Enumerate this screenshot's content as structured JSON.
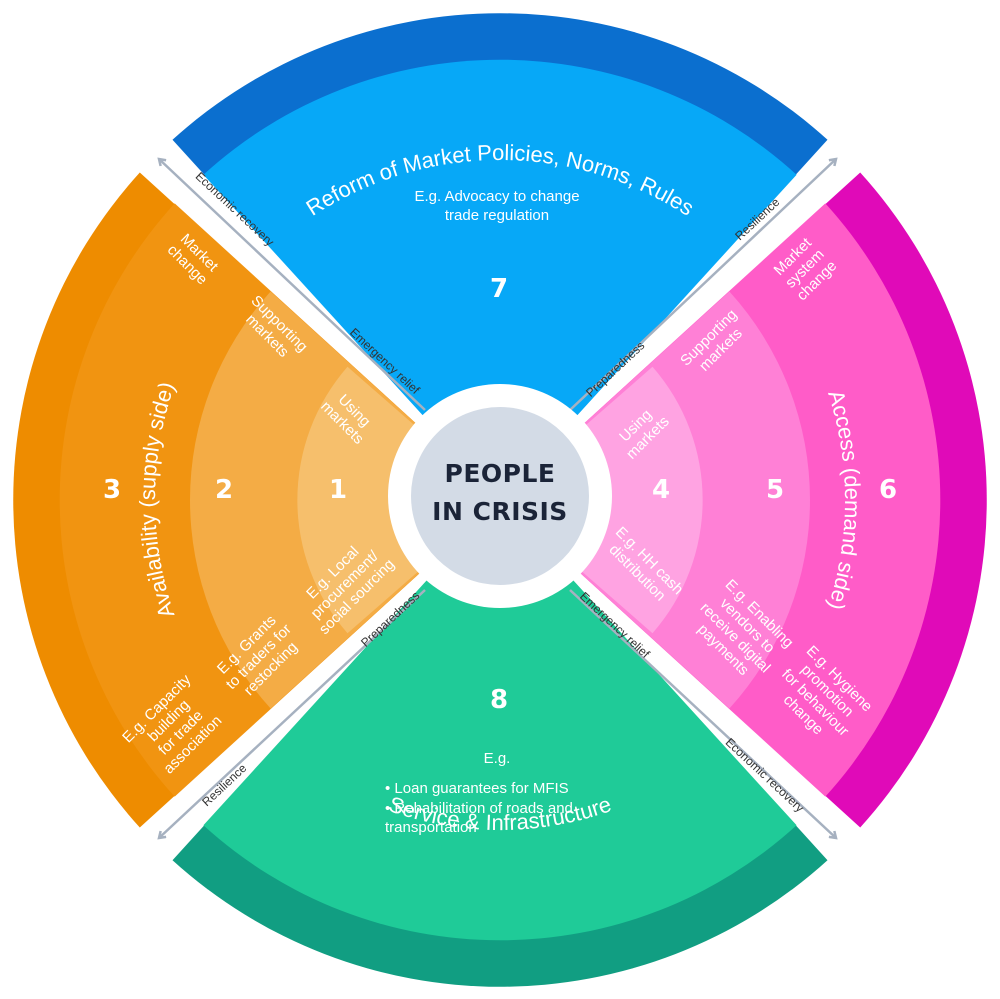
{
  "center": {
    "line1": "PEOPLE",
    "line2": "IN CRISIS"
  },
  "outer_labels": {
    "top": "Reform of Market Policies, Norms, Rules",
    "left": "Availability (supply side)",
    "right": "Access (demand side)",
    "bottom": "Service & Infrastructure"
  },
  "top_section": {
    "number": "7",
    "example_lines": [
      "E.g. Advocacy to change",
      "trade regulation"
    ]
  },
  "bottom_section": {
    "number": "8",
    "example_intro": "E.g.",
    "bullets": [
      [
        "• Loan guarantees for MFIS"
      ],
      [
        "• Rehabilitation of roads and",
        "transportation"
      ]
    ]
  },
  "left_section": {
    "rings": [
      {
        "number": "1",
        "title": [
          "Using",
          "markets"
        ],
        "example": [
          "E.g. Local",
          "procurement/",
          "social sourcing"
        ]
      },
      {
        "number": "2",
        "title": [
          "Supporting",
          "markets"
        ],
        "example": [
          "E.g. Grants",
          "to traders for",
          "restocking"
        ]
      },
      {
        "number": "3",
        "title": [
          "Market",
          "change"
        ],
        "example": [
          "E.g. Capacity",
          "building",
          "for trade",
          "association"
        ]
      }
    ]
  },
  "right_section": {
    "rings": [
      {
        "number": "4",
        "title": [
          "Using",
          "markets"
        ],
        "example": [
          "E.g. HH cash",
          "distribution"
        ]
      },
      {
        "number": "5",
        "title": [
          "Supporting",
          "markets"
        ],
        "example": [
          "E.g. Enabling",
          "vendors to",
          "receive digital",
          "payments"
        ]
      },
      {
        "number": "6",
        "title": [
          "Market",
          "system",
          "change"
        ],
        "example": [
          "E.g. Hygiene",
          "promotion",
          "for behaviour",
          "change"
        ]
      }
    ]
  },
  "axis_labels": {
    "upper_left": [
      "Emergency relief",
      "Economic recovery"
    ],
    "upper_right": [
      "Preparedness",
      "Resilience"
    ],
    "lower_left": [
      "Preparedness",
      "Resilience"
    ],
    "lower_right": [
      "Emergency relief",
      "Economic recovery"
    ]
  },
  "colors": {
    "top_band": "#0b6fcf",
    "top_fill": "#07a8f7",
    "right_band": "#e00ab8",
    "right_ring_outer": "#ff5cc8",
    "right_ring_mid": "#ff80d6",
    "right_ring_inner": "#ffa3e2",
    "left_band": "#ee8c00",
    "left_ring_outer": "#f19411",
    "left_ring_mid": "#f4ac45",
    "left_ring_inner": "#f6bf6c",
    "bottom_band": "#119e82",
    "bottom_fill": "#1fcb98",
    "center_fill": "#d3dbe6",
    "center_ring": "#ffffff",
    "center_text": "#1b2438",
    "arrow": "#a6b1c0"
  }
}
